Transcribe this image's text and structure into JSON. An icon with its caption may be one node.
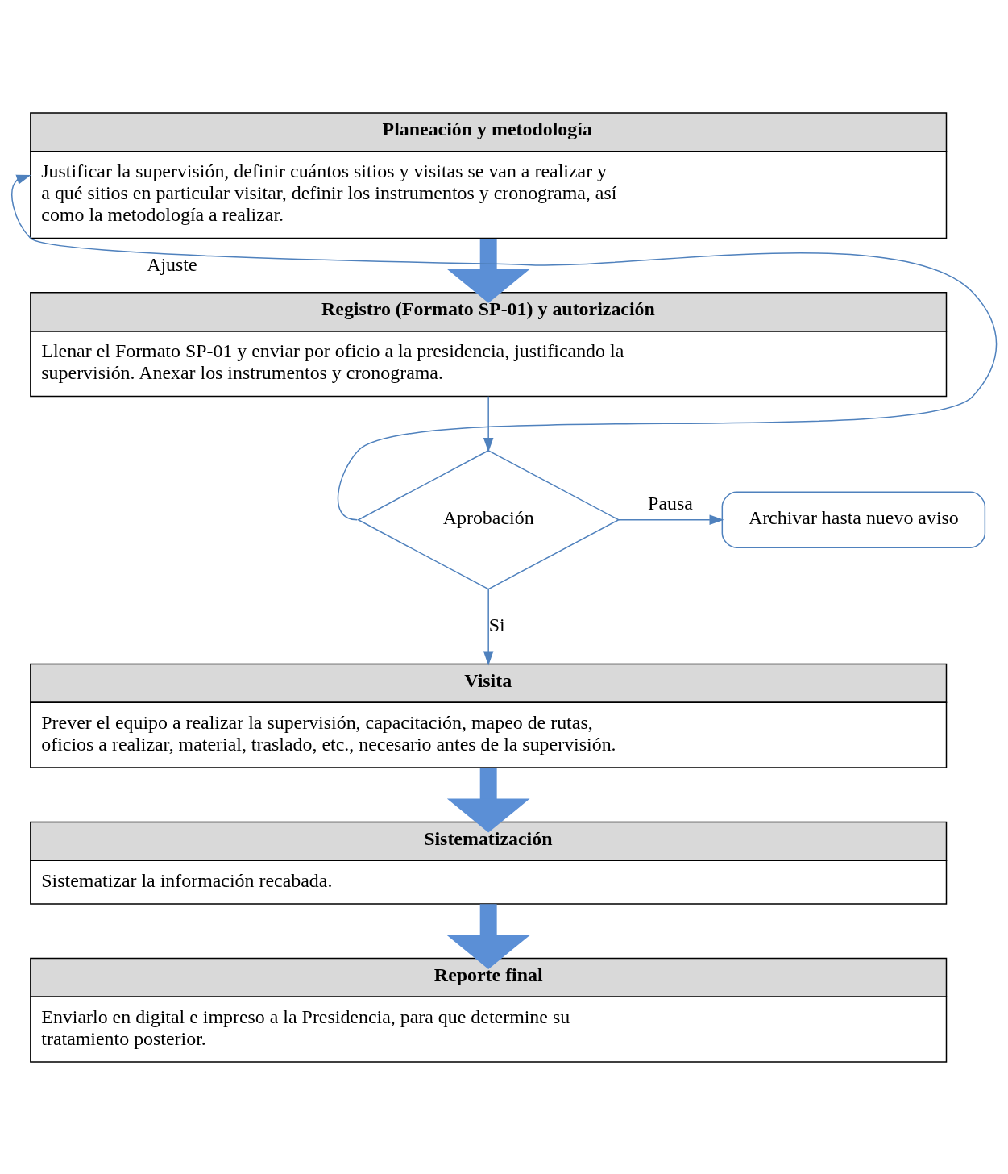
{
  "diagram": {
    "nodes": [
      {
        "text": [
          "Planeación y metodología",
          "Justificar la supervisión, definir cuántos sitios y visitas se van a realizar y a qué sitios en particular visitar, definir los instrumentos y cronograma, así como la metodología a realizar."
        ]
      },
      {
        "text": [
          "Registro (Formato SP-01) y autorización",
          "Llenar el Formato SP-01 y enviar por oficio a la presidencia, justificando la supervisión. Anexar los instrumentos y cronograma."
        ]
      },
      {
        "text": [
          "Aprobación"
        ]
      },
      {
        "text": [
          "Archivar hasta nuevo aviso"
        ]
      },
      {
        "text": [
          "Visita",
          "Prever el equipo a realizar la supervisión, capacitación, mapeo de rutas, oficios a realizar, material, traslado, etc., necesario antes de la supervisión."
        ]
      },
      {
        "text": [
          "Sistematización",
          "Sistematizar la información recabada."
        ]
      },
      {
        "text": [
          "Reporte final",
          "Enviarlo en digital e impreso a la Presidencia, para que determine su tratamiento posterior."
        ]
      }
    ],
    "edges": [
      {
        "from": 0,
        "to": 1,
        "arrow": "to",
        "style": "thick"
      },
      {
        "from": 1,
        "to": 2,
        "arrow": "to"
      },
      {
        "from": 2,
        "to": 0,
        "arrow": "to",
        "label": "Ajuste"
      },
      {
        "from": 2,
        "to": 3,
        "arrow": "to",
        "label": "Pausa"
      },
      {
        "from": 2,
        "to": 4,
        "arrow": "to",
        "label": "Si"
      },
      {
        "from": 4,
        "to": 5,
        "arrow": "to",
        "style": "thick"
      },
      {
        "from": 5,
        "to": 6,
        "arrow": "to",
        "style": "thick"
      }
    ]
  }
}
